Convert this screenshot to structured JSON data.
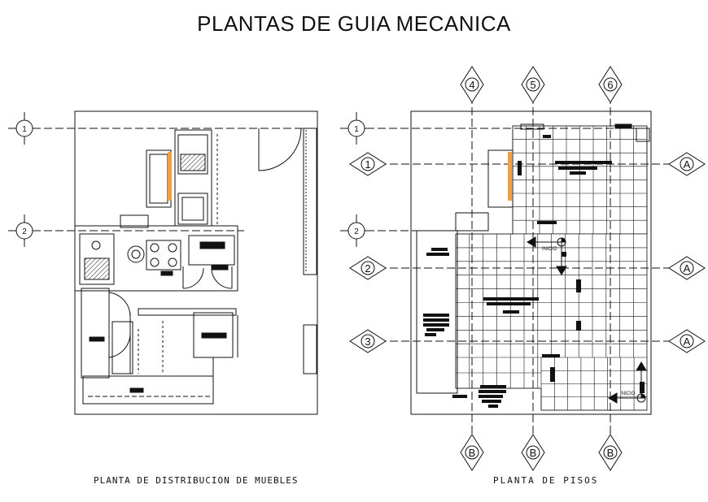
{
  "sheet": {
    "title": "PLANTAS DE GUIA MECANICA",
    "left_caption": "PLANTA DE DISTRIBUCION DE MUEBLES",
    "right_caption": "PLANTA DE PISOS"
  },
  "left_plan": {
    "grid_bubbles": [
      "1",
      "2"
    ]
  },
  "right_plan": {
    "grid_bubbles_left_circles": [
      "1",
      "2"
    ],
    "grid_bubbles_diamonds_left": [
      "1",
      "2",
      "3"
    ],
    "top_markers": [
      "4",
      "5",
      "6"
    ],
    "bottom_markers": [
      "B",
      "B",
      "B"
    ],
    "right_markers": [
      "A",
      "A",
      "A"
    ],
    "start_labels": [
      "INICIO",
      "INICIO"
    ]
  },
  "colors": {
    "line": "#111111",
    "accent": "#f0a040"
  }
}
